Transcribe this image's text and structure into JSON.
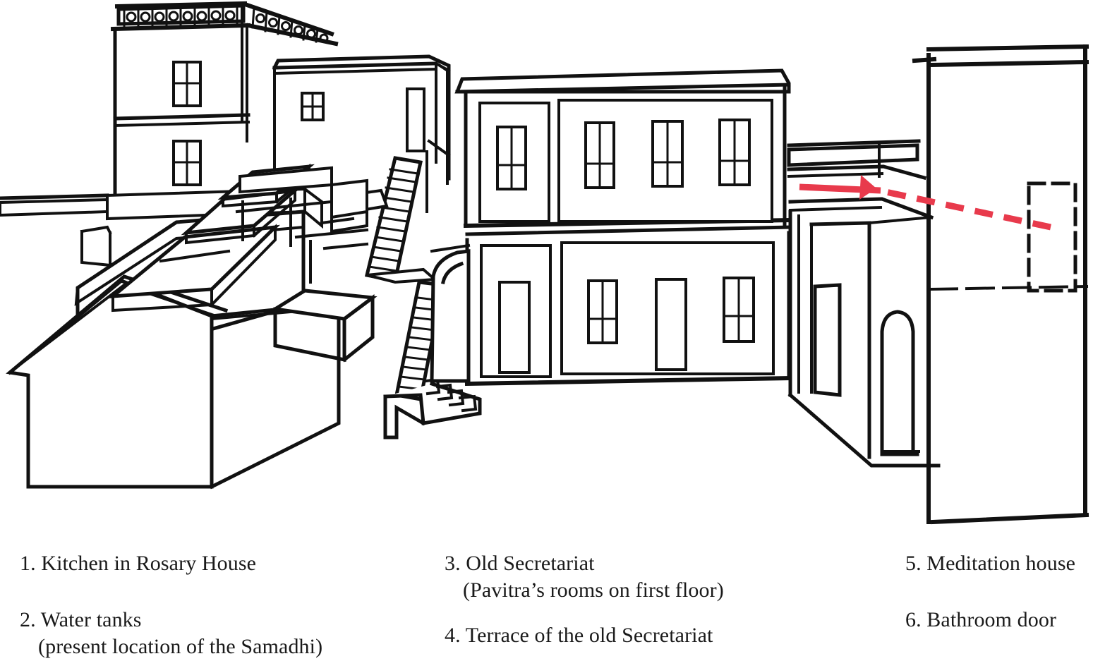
{
  "illustration": {
    "title": "Perspective line drawing of ashram rooftop buildings",
    "line_color": "#111111",
    "annotation_color": "#E83A4C",
    "background": "#ffffff",
    "annotations": [
      {
        "name": "bathroom-door-pointer",
        "type": "arrow-with-dashed-leader",
        "color": "#E83A4C",
        "arrow_tip": "points left toward the terrace wall",
        "leader_target": "dashed bathroom door outline on meditation house"
      },
      {
        "name": "bathroom-door-outline",
        "type": "dashed-rectangle",
        "color": "#111111"
      }
    ],
    "parts": [
      {
        "name": "rosary-house",
        "description": "Two storey building with balustraded roof terrace at upper left"
      },
      {
        "name": "water-tanks",
        "description": "Row of rectangular water tanks on the low roof at left"
      },
      {
        "name": "old-secretariat",
        "description": "Two storey central block with four upper windows and doors below"
      },
      {
        "name": "external-staircase",
        "description": "Long flight of steps rising between the left buildings and the secretariat"
      },
      {
        "name": "terrace",
        "description": "Flat terrace on top of the old secretariat at right"
      },
      {
        "name": "meditation-house",
        "description": "Tall plain block at far right"
      },
      {
        "name": "arched-doorway",
        "description": "Arched opening at the base of the right wing"
      }
    ]
  },
  "legend": {
    "columns": [
      {
        "name": "legend-column-left",
        "items": [
          {
            "number": "1.",
            "line1": "Kitchen in Rosary House",
            "line2": ""
          },
          {
            "number": "2.",
            "line1": "Water tanks",
            "line2": "(present location of the Samadhi)"
          }
        ]
      },
      {
        "name": "legend-column-middle",
        "items": [
          {
            "number": "3.",
            "line1": "Old Secretariat",
            "line2": "(Pavitra’s rooms on first floor)"
          },
          {
            "number": "4.",
            "line1": "Terrace of the old Secretariat",
            "line2": ""
          }
        ]
      },
      {
        "name": "legend-column-right",
        "items": [
          {
            "number": "5.",
            "line1": "Meditation house",
            "line2": ""
          },
          {
            "number": "6.",
            "line1": "Bathroom door",
            "line2": ""
          }
        ]
      }
    ],
    "entries": {
      "e1": "1. Kitchen in Rosary House",
      "e2a": "2. Water tanks",
      "e2b": "(present location of the Samadhi)",
      "e3a": "3. Old Secretariat",
      "e3b": "(Pavitra’s rooms on first floor)",
      "e4": "4. Terrace of the old Secretariat",
      "e5": "5. Meditation house",
      "e6": "6. Bathroom door"
    }
  }
}
